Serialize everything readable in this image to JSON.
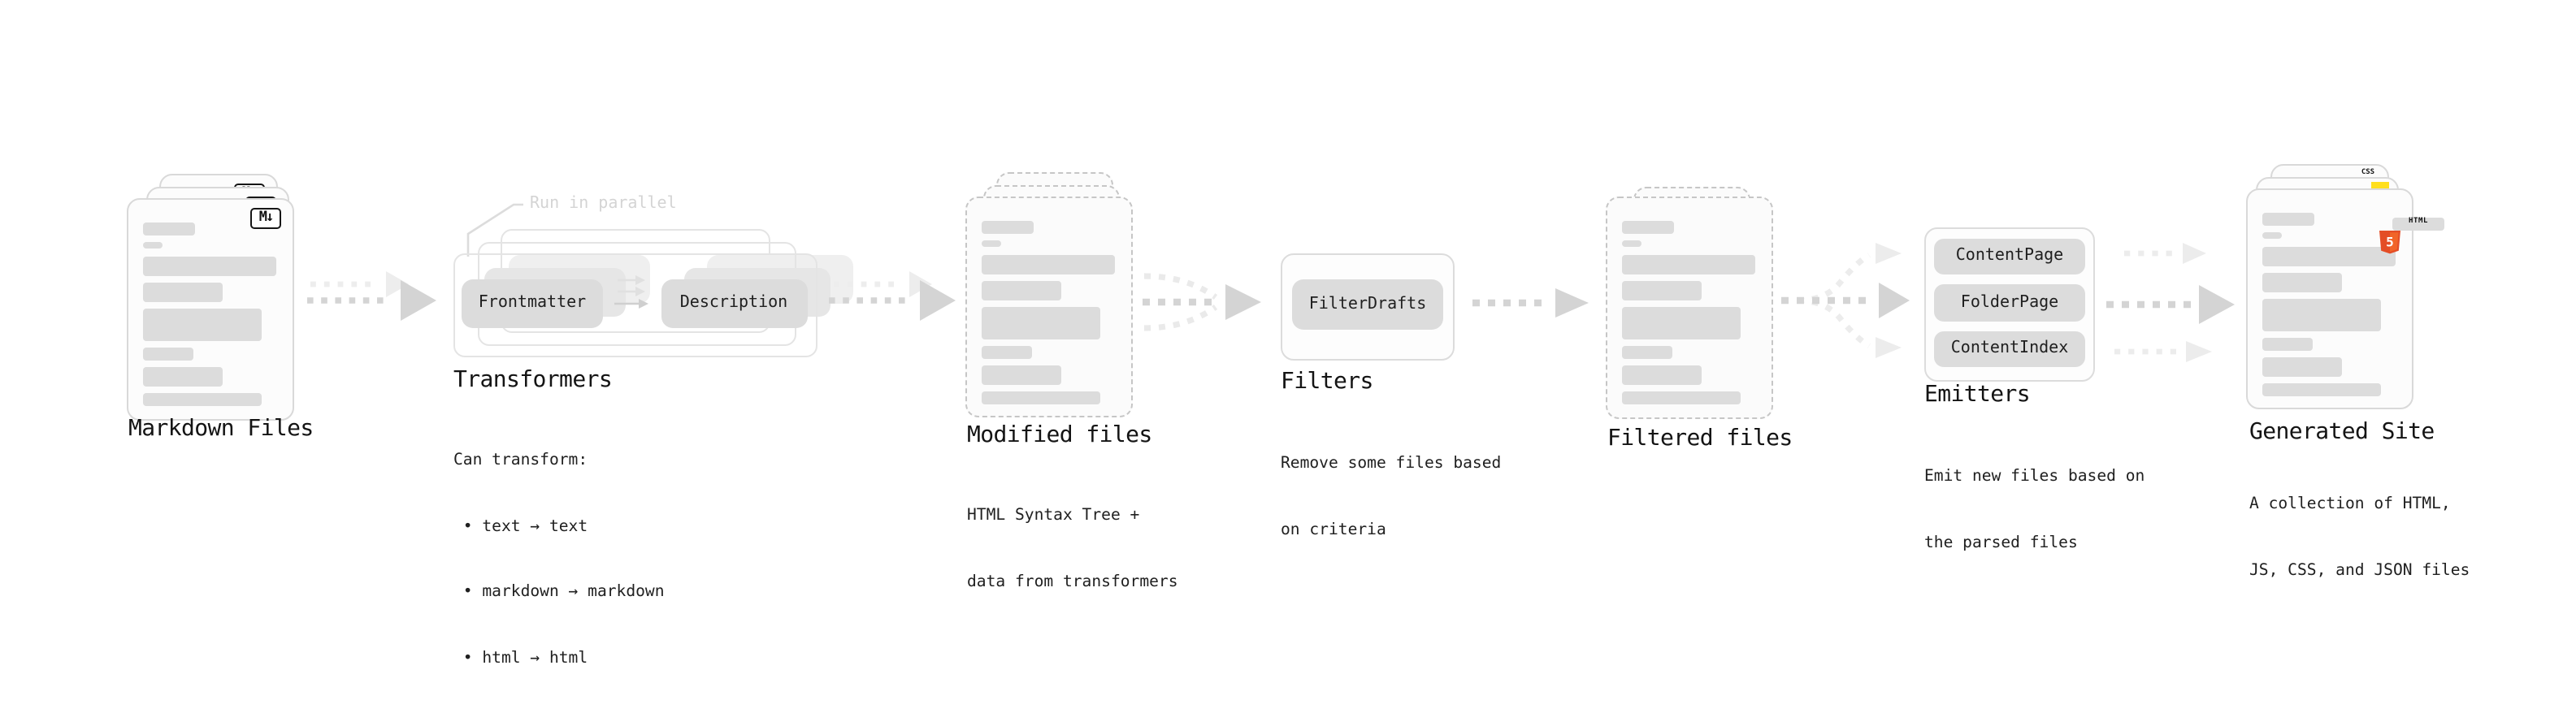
{
  "markdown_files": {
    "label": "Markdown Files",
    "badge": "M↓"
  },
  "transformers": {
    "label": "Transformers",
    "annotation": "Run in parallel",
    "pill_frontmatter": "Frontmatter",
    "pill_description": "Description",
    "desc": [
      "Can transform:",
      " • text → text",
      " • markdown → markdown",
      " • html → html"
    ]
  },
  "modified_files": {
    "label": "Modified files",
    "desc": [
      "HTML Syntax Tree +",
      "data from transformers"
    ]
  },
  "filters": {
    "label": "Filters",
    "pill": "FilterDrafts",
    "desc": [
      "Remove some files based",
      "on criteria"
    ]
  },
  "filtered_files": {
    "label": "Filtered files"
  },
  "emitters": {
    "label": "Emitters",
    "pills": [
      "ContentPage",
      "FolderPage",
      "ContentIndex"
    ],
    "desc": [
      "Emit new files based on",
      "the parsed files"
    ]
  },
  "generated_site": {
    "label": "Generated Site",
    "desc": [
      "A collection of HTML,",
      "JS, CSS, and JSON files"
    ],
    "badge_css": "CSS",
    "badge_html": "HTML",
    "badge_html_number": "5"
  },
  "colors": {
    "html5_orange": "#e44d26",
    "html5_orange_light": "#f16529",
    "js_yellow": "#ffdf1e",
    "css_blue": "#2d61ee",
    "arrow_gray": "#d4d4d4",
    "arrow_light": "#ececec"
  }
}
